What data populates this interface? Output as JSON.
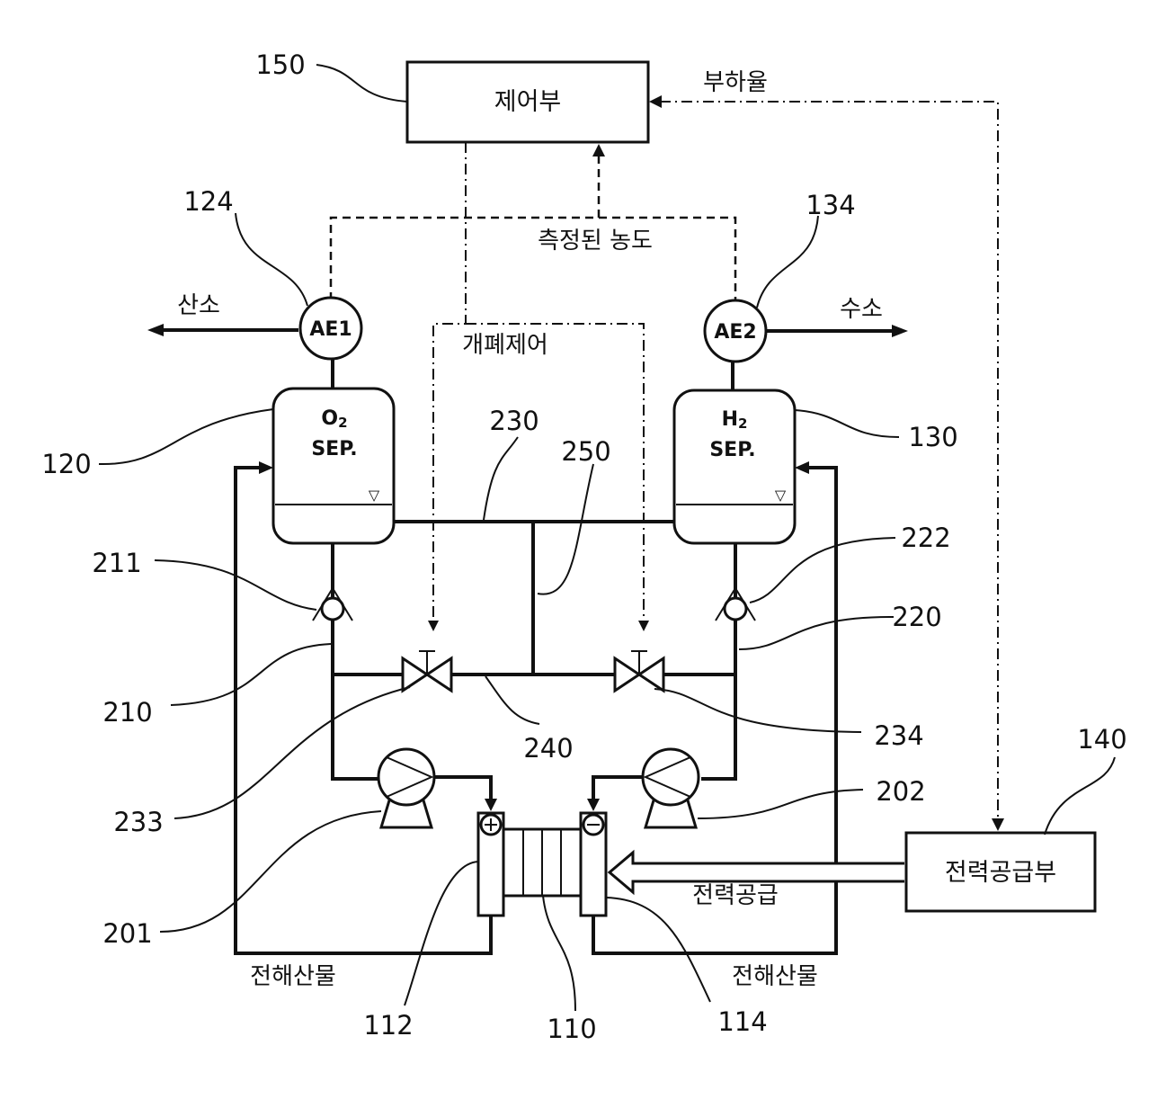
{
  "labels": {
    "controller": "제어부",
    "power_supply": "전력공급부",
    "load_rate": "부하율",
    "measured_concentration": "측정된 농도",
    "open_close_control": "개폐제어",
    "oxygen": "산소",
    "hydrogen": "수소",
    "power_supply_flow": "전력공급",
    "electrolyte_left": "전해산물",
    "electrolyte_right": "전해산물",
    "sensor_1": "AE1",
    "sensor_2": "AE2",
    "o2_sep_line1": "O",
    "o2_sep_sub": "2",
    "o2_sep_line2": "SEP.",
    "h2_sep_line1": "H",
    "h2_sep_sub": "2",
    "h2_sep_line2": "SEP.",
    "level_mark_left": "▽",
    "level_mark_right": "▽"
  },
  "refs": {
    "r150": "150",
    "r124": "124",
    "r134": "134",
    "r120": "120",
    "r130": "130",
    "r230": "230",
    "r250": "250",
    "r211": "211",
    "r222": "222",
    "r220": "220",
    "r210": "210",
    "r240": "240",
    "r234": "234",
    "r233": "233",
    "r140": "140",
    "r202": "202",
    "r201": "201",
    "r112": "112",
    "r110": "110",
    "r114": "114"
  }
}
